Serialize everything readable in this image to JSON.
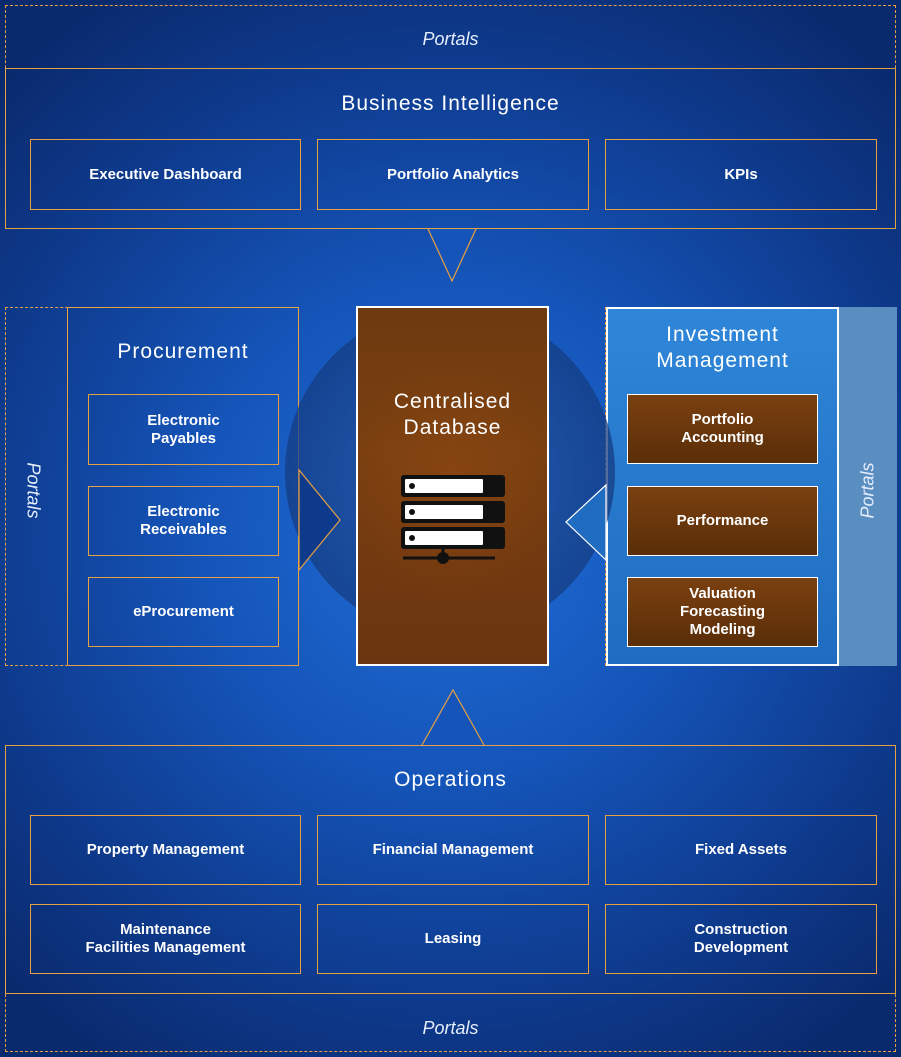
{
  "portals": {
    "top": "Portals",
    "bottom": "Portals",
    "left": "Portals",
    "right": "Portals"
  },
  "business_intelligence": {
    "title": "Business Intelligence",
    "items": [
      "Executive Dashboard",
      "Portfolio Analytics",
      "KPIs"
    ]
  },
  "procurement": {
    "title": "Procurement",
    "items": [
      "Electronic\nPayables",
      "Electronic\nReceivables",
      "eProcurement"
    ]
  },
  "database": {
    "title": "Centralised\nDatabase",
    "icon": "server-icon"
  },
  "investment_management": {
    "title": "Investment\nManagement",
    "items": [
      "Portfolio\nAccounting",
      "Performance",
      "Valuation\nForecasting\nModeling"
    ]
  },
  "operations": {
    "title": "Operations",
    "items": [
      "Property Management",
      "Financial Management",
      "Fixed Assets",
      "Maintenance\nFacilities Management",
      "Leasing",
      "Construction\nDevelopment"
    ]
  },
  "colors": {
    "accent": "#e8a040",
    "background": "#1554b8",
    "database": "#6b3810",
    "investment_panel": "#2a7fd0"
  }
}
